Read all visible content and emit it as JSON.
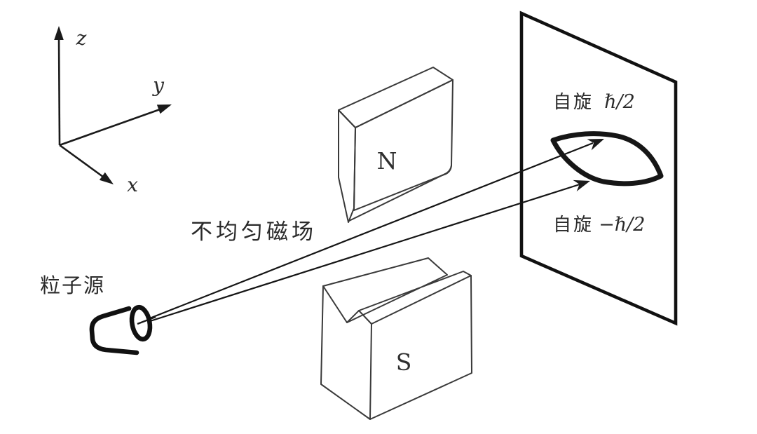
{
  "figure": {
    "axes": {
      "x_label": "x",
      "y_label": "y",
      "z_label": "z"
    },
    "labels": {
      "source": "粒子源",
      "field": "不均匀磁场",
      "magnet_top": "N",
      "magnet_bottom": "S"
    },
    "screen": {
      "spin_up_prefix": "自旋",
      "spin_up_value": "ℏ/2",
      "spin_down_prefix": "自旋",
      "spin_down_value": "−ℏ/2"
    },
    "colors": {
      "ink": "#1a1a1a",
      "magnet_stroke": "#3a3a3a",
      "text": "#2a2a2a",
      "background": "#ffffff"
    }
  }
}
